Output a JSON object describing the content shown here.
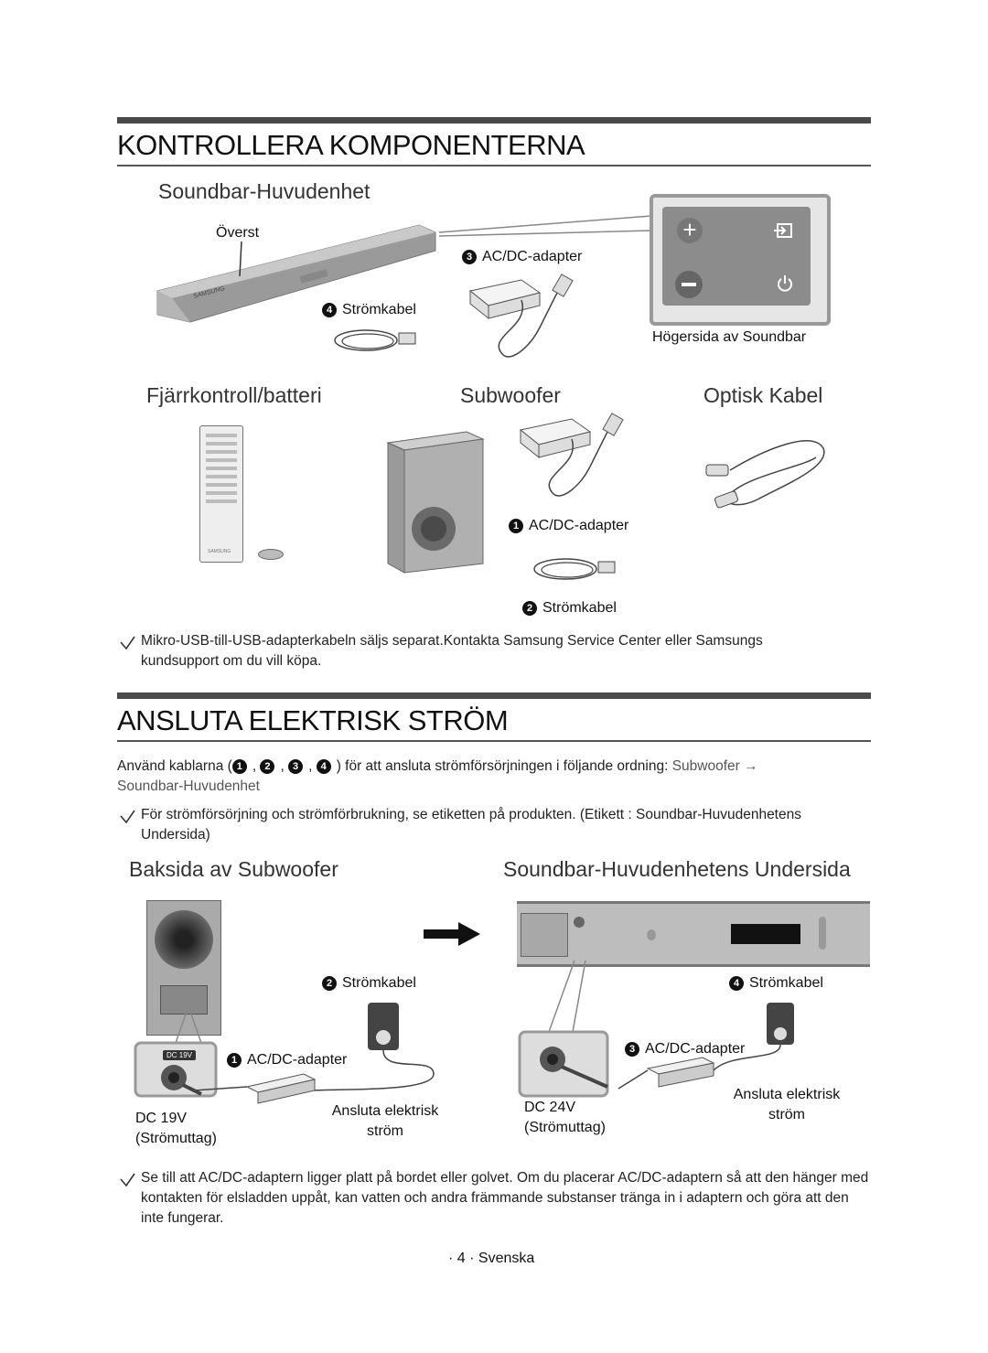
{
  "section1": {
    "title": "KONTROLLERA KOMPONENTERNA",
    "soundbar_heading": "Soundbar-Huvudenhet",
    "label_top": "Överst",
    "label_adapter3": "AC/DC-adapter",
    "num3": "3",
    "label_cable4": "Strömkabel",
    "num4": "4",
    "label_right_side": "Högersida av Soundbar",
    "remote_heading": "Fjärrkontroll/batteri",
    "subwoofer_heading": "Subwoofer",
    "optical_heading": "Optisk Kabel",
    "label_adapter1": "AC/DC-adapter",
    "num1": "1",
    "label_cable2": "Strömkabel",
    "num2": "2",
    "note": "Mikro-USB-till-USB-adapterkabeln säljs separat.Kontakta Samsung Service Center eller Samsungs kundsupport om du vill köpa."
  },
  "section2": {
    "title": "ANSLUTA ELEKTRISK STRÖM",
    "intro_pre": "Använd kablarna (",
    "intro_nums": [
      "1",
      "2",
      "3",
      "4"
    ],
    "intro_mid": ") för att ansluta strömförsörjningen i följande ordning: ",
    "intro_sub": "Subwoofer →",
    "intro_main": "Soundbar-Huvudenhet",
    "note1": "För strömförsörjning och strömförbrukning, se etiketten på produkten. (Etikett : Soundbar-Huvudenhetens Undersida)",
    "left_heading": "Baksida av Subwoofer",
    "right_heading": "Soundbar-Huvudenhetens Undersida",
    "left_cable_num": "2",
    "left_cable": "Strömkabel",
    "left_adapter_num": "1",
    "left_adapter": "AC/DC-adapter",
    "left_dc": "DC 19V",
    "left_dc_sub": "(Strömuttag)",
    "left_dc_badge": "DC 19V",
    "left_outlet": "Ansluta elektrisk",
    "left_outlet2": "ström",
    "right_cable_num": "4",
    "right_cable": "Strömkabel",
    "right_adapter_num": "3",
    "right_adapter": "AC/DC-adapter",
    "right_dc": "DC 24V",
    "right_dc_sub": "(Strömuttag)",
    "right_outlet": "Ansluta elektrisk",
    "right_outlet2": "ström",
    "note2": "Se till att AC/DC-adaptern ligger platt på bordet eller golvet. Om du placerar AC/DC-adaptern så att den hänger med kontakten för elsladden uppåt, kan vatten och andra främmande substanser tränga in i adaptern och göra att den inte fungerar."
  },
  "footer": {
    "page": "· 4 · Svenska"
  },
  "brand": {
    "logo": "SAMSUNG"
  }
}
